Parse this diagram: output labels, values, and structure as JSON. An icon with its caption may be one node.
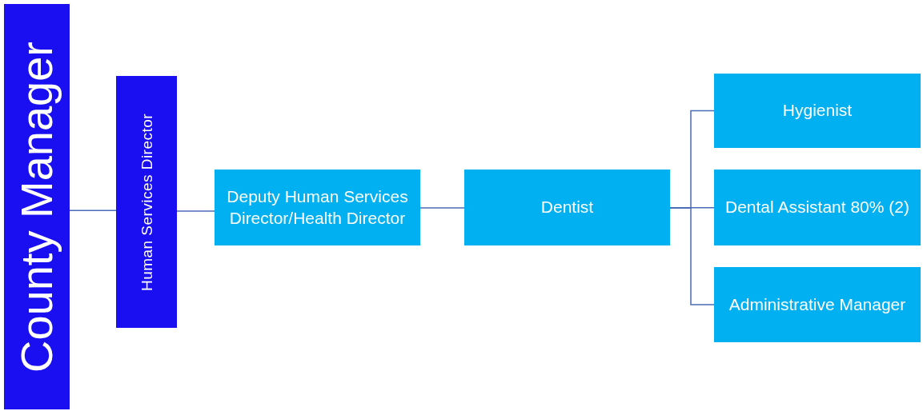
{
  "diagram": {
    "nodes": [
      {
        "text": [
          "County Manager"
        ]
      },
      {
        "text": [
          "Human Services Director"
        ]
      },
      {
        "text": [
          "Deputy Human Services Director/Health Director"
        ]
      },
      {
        "text": [
          "Dentist"
        ]
      },
      {
        "text": [
          "Hygienist"
        ]
      },
      {
        "text": [
          "Dental Assistant 80% (2)"
        ]
      },
      {
        "text": [
          "Administrative Manager"
        ]
      }
    ],
    "edges": [
      {
        "from": 0,
        "to": 1,
        "arrow": "none"
      },
      {
        "from": 1,
        "to": 2,
        "arrow": "none"
      },
      {
        "from": 2,
        "to": 3,
        "arrow": "none"
      },
      {
        "from": 3,
        "to": 4,
        "arrow": "none"
      },
      {
        "from": 3,
        "to": 5,
        "arrow": "none"
      },
      {
        "from": 3,
        "to": 6,
        "arrow": "none"
      }
    ]
  }
}
